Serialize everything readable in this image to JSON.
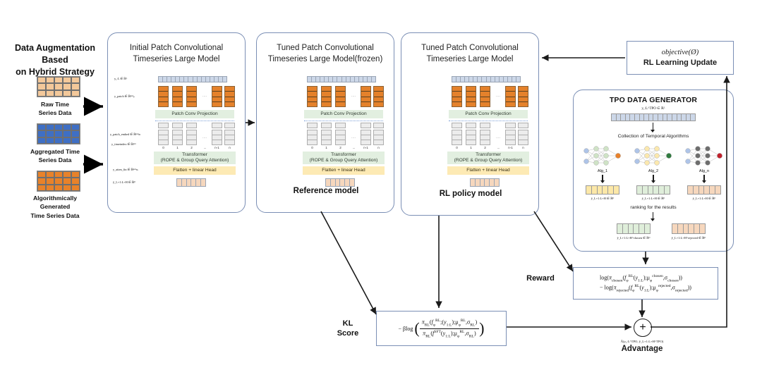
{
  "augmentation": {
    "title_line1": "Data Augmentation Based",
    "title_line2": "on Hybrid Strategy",
    "sources": [
      {
        "label": "Raw Time\nSeries Data",
        "color": "#f3c89a"
      },
      {
        "label": "Aggregated Time\nSeries Data",
        "color": "#3f6fc4"
      },
      {
        "label": "Algorithmically\nGenerated\nTime Series Data",
        "color": "#e8822a"
      }
    ]
  },
  "models": [
    {
      "title": "Initial Patch Convolutional\nTimeseries Large Model",
      "caption": "",
      "labels": {
        "input": "y₁:L ∈ ℝᴸ",
        "patch": "y_patch ∈ ℝⁿˣᵈₚ",
        "patch_embed": "y_patch_embed ∈ ℝⁿˣᵈₘ",
        "timeindex": "y_timeindex ∈ ℝⁿˣ¹",
        "atten": "y_atten_fin ∈ ℝⁿˣᵈₘ",
        "output": "ŷ_L+1:L+H ∈ ℝᴴ"
      }
    },
    {
      "title": "Tuned Patch Convolutional\nTimeseries Large Model(frozen)",
      "caption": "Reference model"
    },
    {
      "title": "Tuned Patch Convolutional\nTimeseries Large Model",
      "caption": "RL policy model"
    }
  ],
  "model_internals": {
    "patch_conv": "Patch Conv Projection",
    "transformer_line1": "Transformer",
    "transformer_line2": "(ROPE  & Group Query Attention)",
    "flatten": "Flatten + linear Head",
    "token_indices": [
      "0",
      "1",
      "2",
      "...",
      "n-1",
      "n"
    ]
  },
  "rl_update": {
    "objective": "objective(Ø)",
    "caption": "RL Learning Update"
  },
  "tpo": {
    "title": "TPO DATA GENERATOR",
    "input_label": "y₁:L^TPO ∈ ℝᴸ",
    "collection": "Collection of Temporal Algorithms",
    "algorithms": [
      {
        "name": "Alg_1",
        "node_color": "#cfe3c6",
        "out_color": "#e8812a",
        "bar_color": "#fce8a8"
      },
      {
        "name": "Alg_2",
        "node_color": "#fbe8ae",
        "out_color": "#2f7a3e",
        "bar_color": "#dfeeda"
      },
      {
        "name": "Alg_n",
        "node_color": "#6d6d6d",
        "out_color": "#c0202b",
        "bar_color": "#f6d7bd"
      }
    ],
    "alg_outputs": [
      "ŷ_L+1:L+H ∈ ℝᴴ",
      "ŷ_L+1:L+H ∈ ℝᴴ",
      "ŷ_L+1:L+H ∈ ℝᴴ"
    ],
    "ranking": "ranking for the results",
    "results": [
      {
        "label": "ŷ_L+1:L+H^chosen ∈ ℝᴴ",
        "color": "#dfeeda"
      },
      {
        "label": "ŷ_L+1:L+H^rejected ∈ ℝᴴ",
        "color": "#f6d7bd"
      }
    ]
  },
  "reward": {
    "side_label": "Reward",
    "line1_prefix": "log(π",
    "formula_line1": "log(π_chosen(fφ^RL(y₁:L); μφ^chosen, σ_chosen))",
    "formula_line2": "− log(π_rejected(fφ^RL(y₁:L); μφ^rejected, σ_rejected))"
  },
  "kl": {
    "side_label_line1": "KL",
    "side_label_line2": "Score",
    "beta": "− βlog",
    "numerator": "π_RL(fφ^RL; (y₁:L); μφ^RL, σ_RL)",
    "denominator": "π_RL(f^SFT(y₁:L); μφ^RL, σ_RL)"
  },
  "advantage": {
    "symbol": "+",
    "formula": "Â(y₁:L^TPO, ŷ_L+1:L+H^TPO)",
    "caption": "Advantage"
  },
  "colors": {
    "box_border": "#7b8fb5",
    "patch_orange": "#e4812b",
    "input_strip": "#ccd7e8",
    "band_green": "#e2efe0",
    "band_yellow": "#fdeab4",
    "output_peach": "#f6d7bd"
  }
}
